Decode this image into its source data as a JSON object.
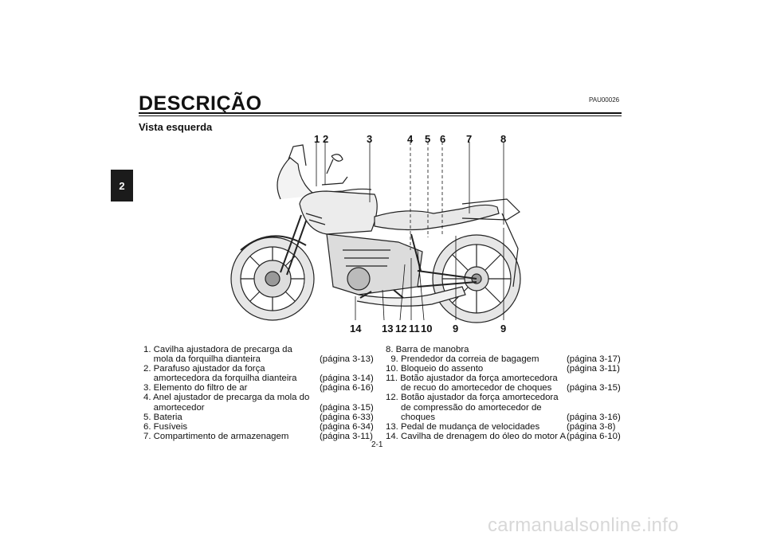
{
  "chapter_tab": "2",
  "header": {
    "title": "DESCRIÇÃO",
    "code": "PAU00026",
    "subtitle": "Vista esquerda"
  },
  "callouts_top": [
    "1",
    "2",
    "3",
    "4",
    "5",
    "6",
    "7",
    "8"
  ],
  "callouts_bottom": [
    "14",
    "13",
    "12",
    "11",
    "10",
    "9",
    "9"
  ],
  "items_left": [
    {
      "label": "1. Cavilha ajustadora de precarga da",
      "page": ""
    },
    {
      "label": "    mola da forquilha dianteira",
      "page": "(página 3-13)"
    },
    {
      "label": "2. Parafuso ajustador da força",
      "page": ""
    },
    {
      "label": "    amortecedora da forquilha dianteira",
      "page": "(página 3-14)"
    },
    {
      "label": "3. Elemento do filtro de ar",
      "page": "(página 6-16)"
    },
    {
      "label": "4. Anel ajustador de precarga da mola do",
      "page": ""
    },
    {
      "label": "    amortecedor",
      "page": "(página 3-15)"
    },
    {
      "label": "5. Bateria",
      "page": "(página 6-33)"
    },
    {
      "label": "6. Fusíveis",
      "page": "(página 6-34)"
    },
    {
      "label": "7. Compartimento de armazenagem",
      "page": "(página 3-11)"
    }
  ],
  "items_right": [
    {
      "label": "8. Barra de manobra",
      "page": ""
    },
    {
      "label": "  9. Prendedor da correia de bagagem",
      "page": "(página 3-17)"
    },
    {
      "label": "10. Bloqueio do assento",
      "page": "(página 3-11)"
    },
    {
      "label": "11. Botão ajustador da força amortecedora",
      "page": ""
    },
    {
      "label": "      de recuo do amortecedor de choques",
      "page": "(página 3-15)"
    },
    {
      "label": "12. Botão ajustador da força amortecedora",
      "page": ""
    },
    {
      "label": "      de compressão do amortecedor de",
      "page": ""
    },
    {
      "label": "      choques",
      "page": "(página 3-16)"
    },
    {
      "label": "13. Pedal de mudança de velocidades",
      "page": "(página 3-8)"
    },
    {
      "label": "14. Cavilha de drenagem do óleo do motor A",
      "page": "(página 6-10)"
    }
  ],
  "page_number": "2-1",
  "watermark": "carmanualsonline.info"
}
